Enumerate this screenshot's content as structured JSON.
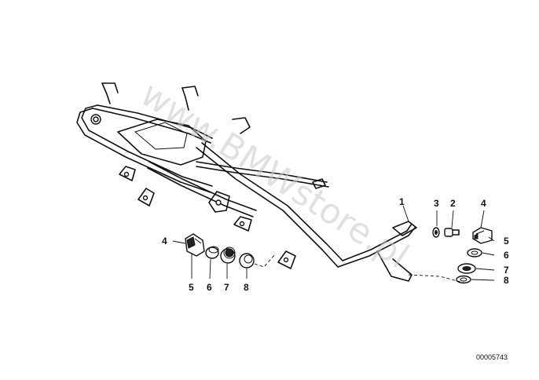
{
  "watermark": "www.BMWstore.pl",
  "document_number": "00005743",
  "callouts": {
    "c1": "1",
    "c2": "2",
    "c3": "3",
    "c4_right": "4",
    "c5_right": "5",
    "c6_right": "6",
    "c7_right": "7",
    "c8_right": "8",
    "c4_left": "4",
    "c5_left": "5",
    "c6_left": "6",
    "c7_left": "7",
    "c8_left": "8"
  }
}
